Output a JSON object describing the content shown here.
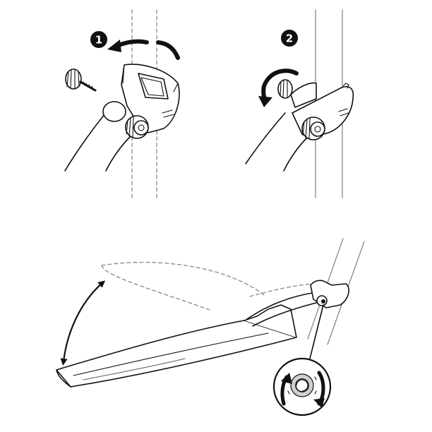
{
  "steps": [
    {
      "number": "1"
    },
    {
      "number": "2"
    }
  ],
  "icons": {
    "rotate_ccw": "rotate-counterclockwise-arrow",
    "rotate_cw": "rotate-clockwise-arrow",
    "adjust": "double-headed-arc-arrow",
    "bolt": "thumb-screw",
    "detail": "magnified-bolt-detail"
  },
  "colors": {
    "ink": "#111111",
    "dashed": "#888888",
    "paper": "#ffffff"
  }
}
